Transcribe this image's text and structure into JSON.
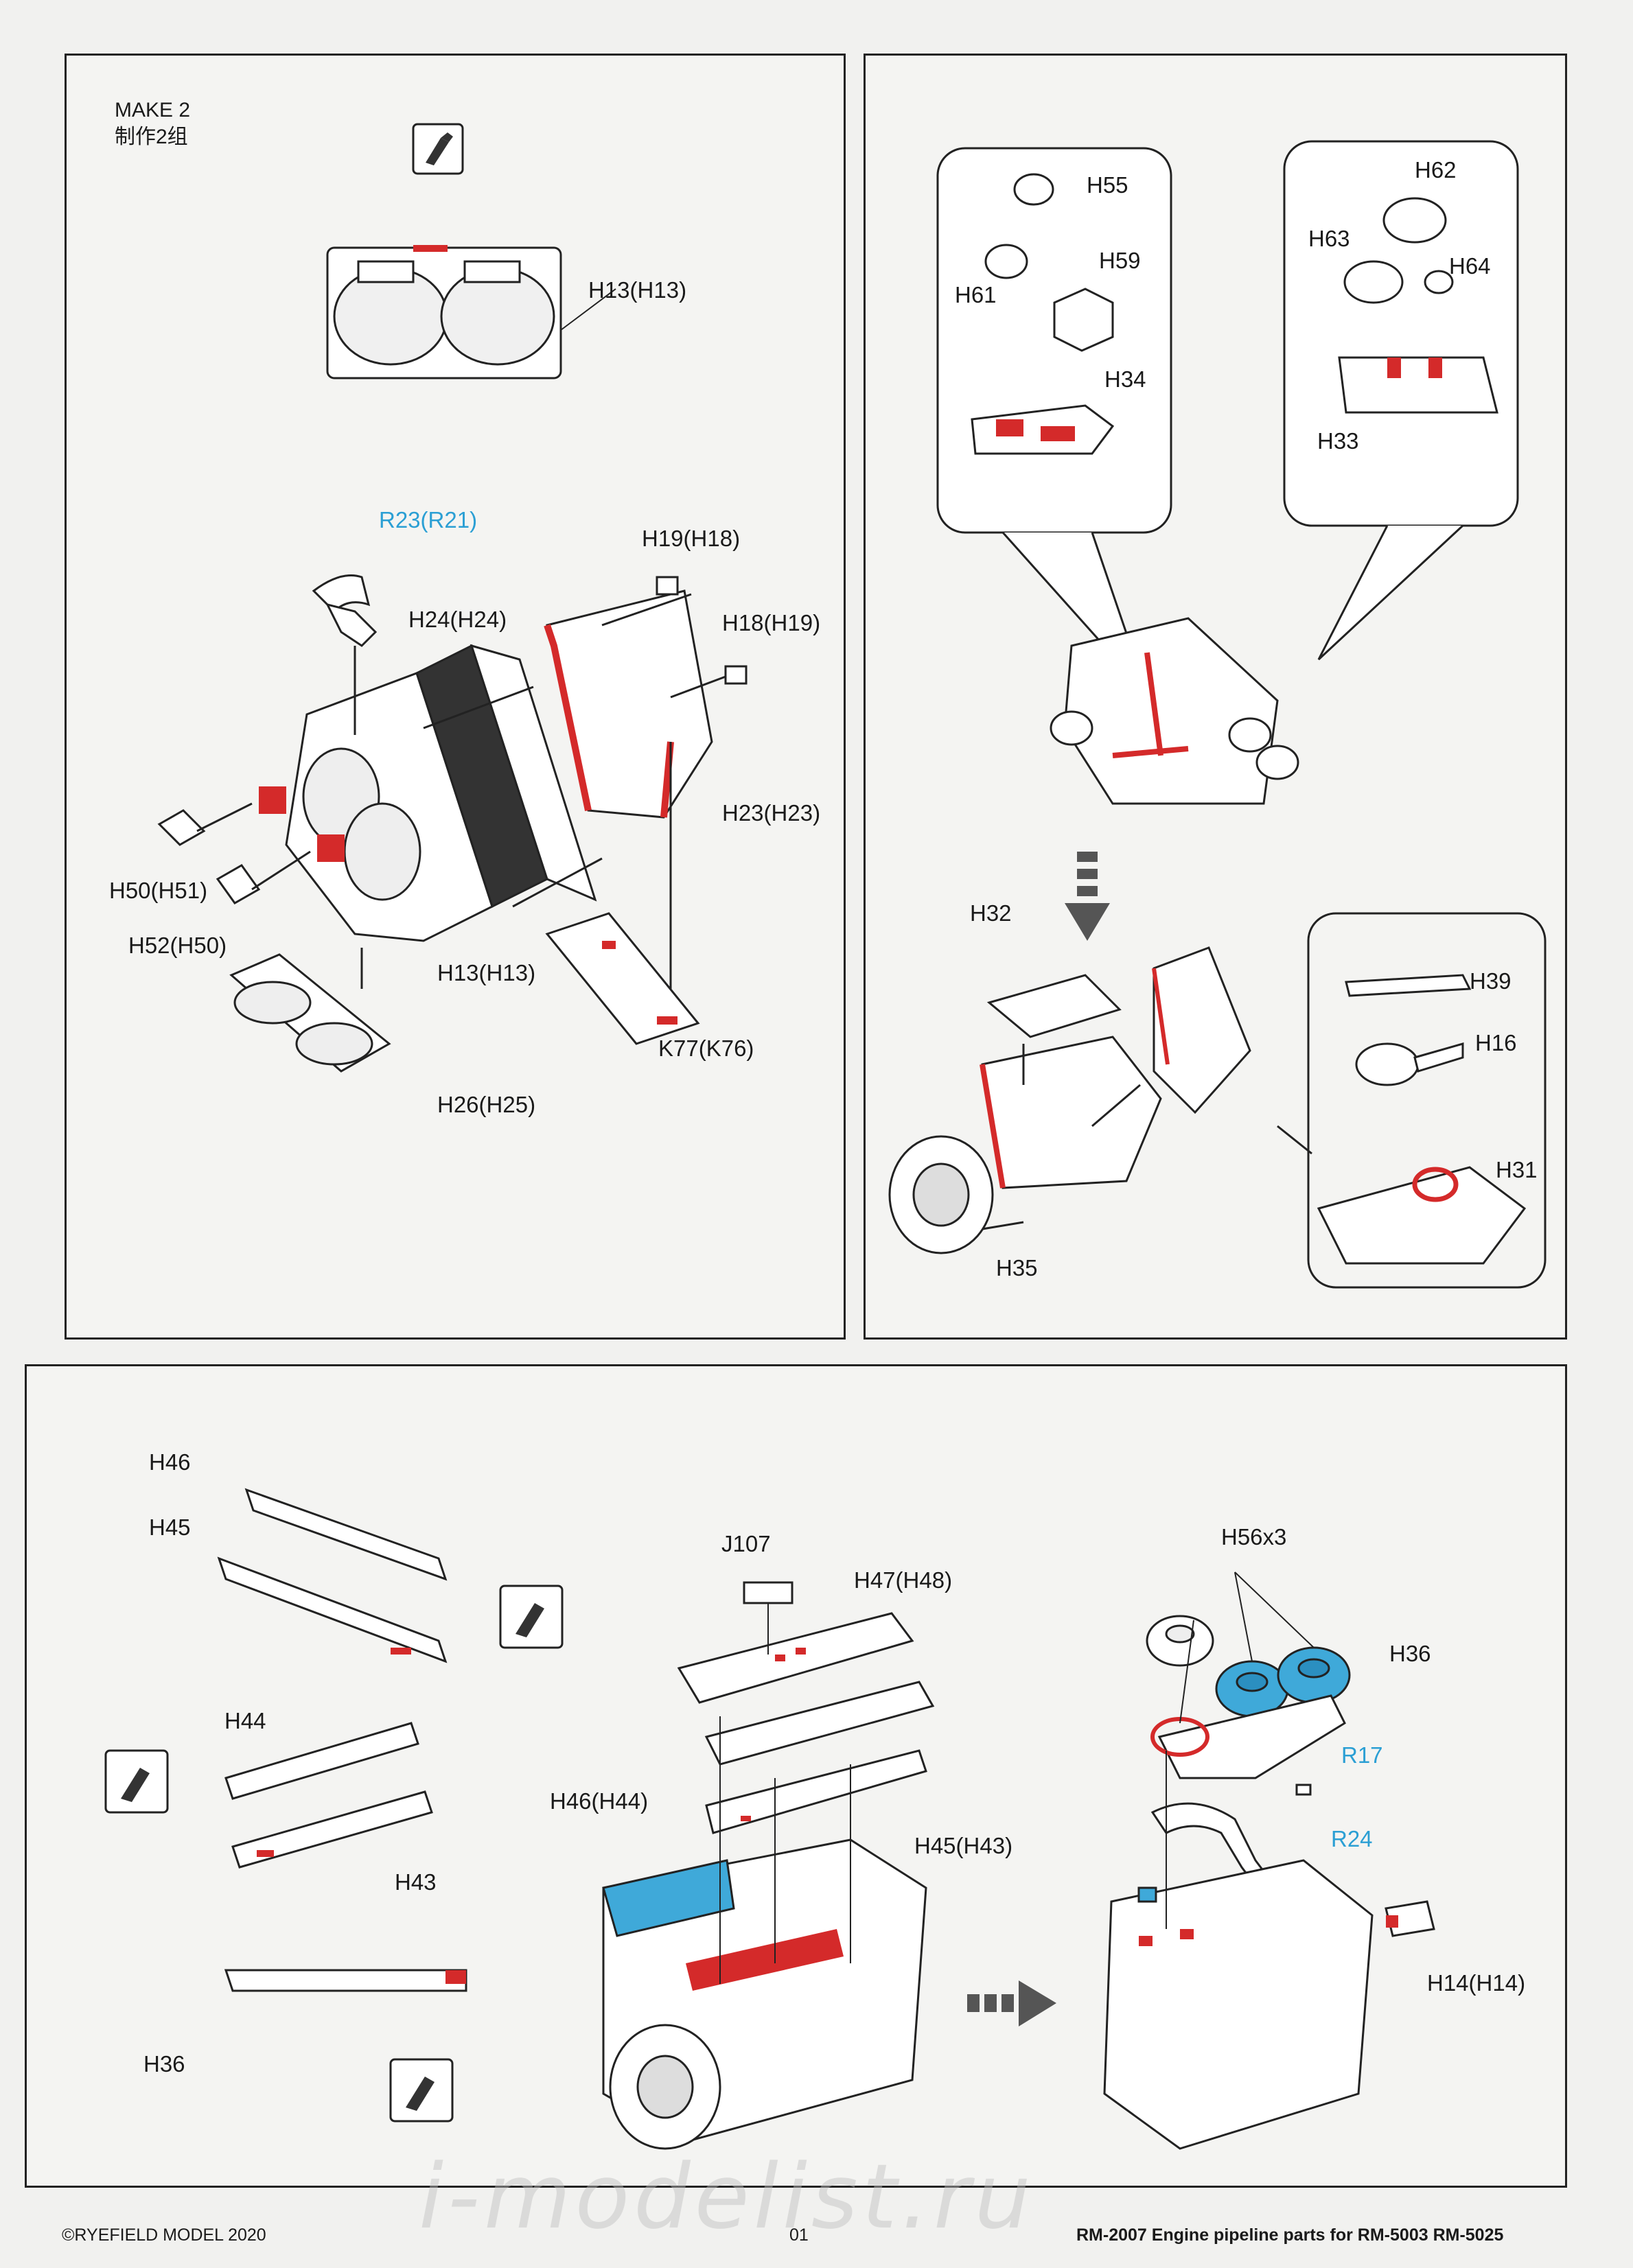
{
  "make": {
    "line1": "MAKE 2",
    "line2": "制作2组"
  },
  "panel_a_labels": {
    "h13_top": "H13(H13)",
    "r23": "R23(R21)",
    "h19": "H19(H18)",
    "h24": "H24(H24)",
    "h18": "H18(H19)",
    "h23": "H23(H23)",
    "h50": "H50(H51)",
    "h52": "H52(H50)",
    "h13_bottom": "H13(H13)",
    "k77": "K77(K76)",
    "h26": "H26(H25)"
  },
  "panel_b_labels": {
    "h55": "H55",
    "h59": "H59",
    "h61": "H61",
    "h34": "H34",
    "h62": "H62",
    "h63": "H63",
    "h64": "H64",
    "h33": "H33",
    "h32": "H32",
    "h39": "H39",
    "h16": "H16",
    "h31": "H31",
    "h35": "H35"
  },
  "panel_c_labels": {
    "h46_left": "H46",
    "h45_left": "H45",
    "h44_left": "H44",
    "h43_left": "H43",
    "h36_left": "H36",
    "j107": "J107",
    "h47": "H47(H48)",
    "h46_mid": "H46(H44)",
    "h45_mid": "H45(H43)",
    "h56": "H56x3",
    "h36_right": "H36",
    "r17": "R17",
    "r24": "R24",
    "h14": "H14(H14)"
  },
  "icons": [
    "knife-icon",
    "arrow-icon"
  ],
  "colors": {
    "red": "#d42a2a",
    "blue": "#3fa9d9",
    "dark": "#222222"
  },
  "footer": {
    "copyright": "©RYEFIELD MODEL 2020",
    "page": "01",
    "product": "RM-2007 Engine pipeline parts for RM-5003 RM-5025"
  },
  "watermark": "i-modelist.ru"
}
